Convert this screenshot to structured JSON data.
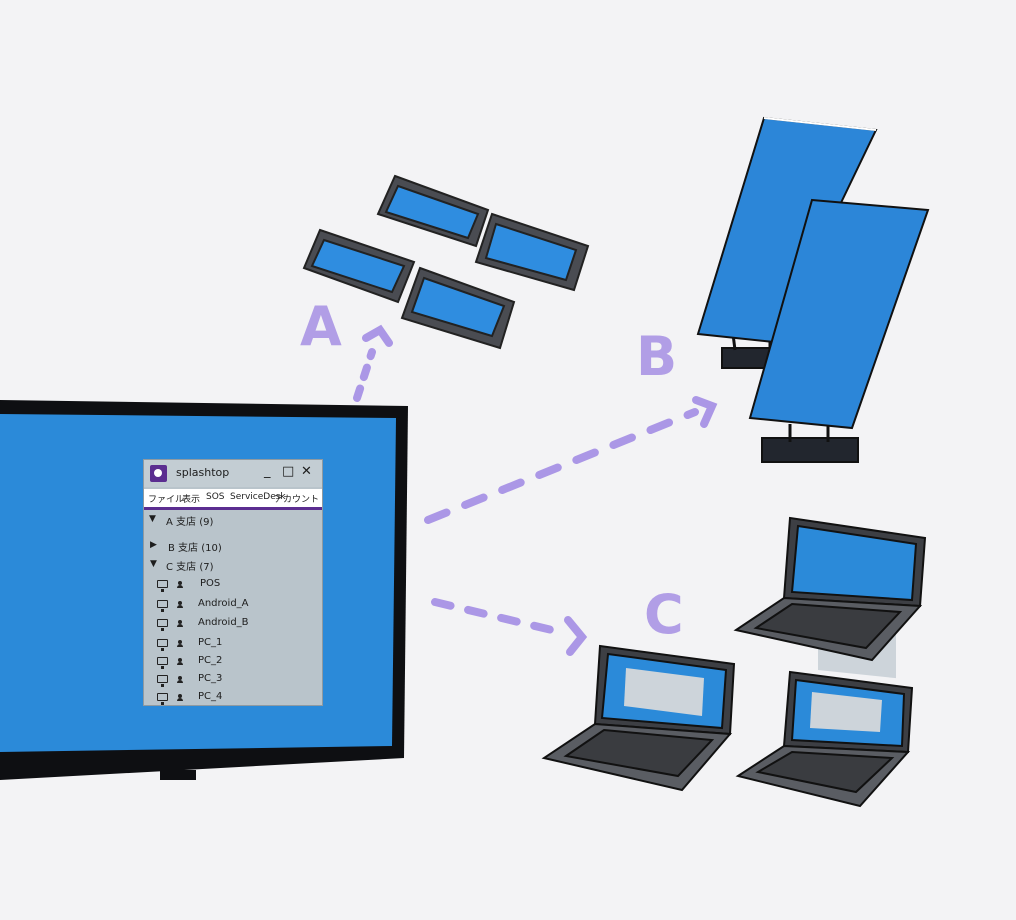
{
  "labels": {
    "a": "A",
    "b": "B",
    "c": "C"
  },
  "app": {
    "title": "splashtop",
    "window_controls": {
      "minimize": "_",
      "maximize": "□",
      "close": "✕"
    },
    "menu": [
      "ファイル",
      "表示",
      "SOS",
      "ServiceDesk",
      "アカウント"
    ],
    "tree": [
      {
        "label": "A 支店 (9)",
        "expanded": true
      },
      {
        "label": "B 支店 (10)",
        "expanded": false
      },
      {
        "label": "C 支店 (7)",
        "expanded": true
      }
    ],
    "devices": [
      {
        "name": "POS",
        "icon": "monitor-icon"
      },
      {
        "name": "Android_A",
        "icon": "monitor-icon"
      },
      {
        "name": "Android_B",
        "icon": "monitor-icon"
      },
      {
        "name": "PC_1",
        "icon": "monitor-icon"
      },
      {
        "name": "PC_2",
        "icon": "monitor-icon"
      },
      {
        "name": "PC_3",
        "icon": "monitor-icon"
      },
      {
        "name": "PC_4",
        "icon": "monitor-icon"
      }
    ]
  },
  "colors": {
    "background": "#f3f3f5",
    "screen_blue": "#2b8ad9",
    "arrow_purple": "#ab97e6",
    "app_purple": "#5b2d90",
    "app_panel": "#b9c4cb",
    "device_dark": "#3d3f44"
  }
}
